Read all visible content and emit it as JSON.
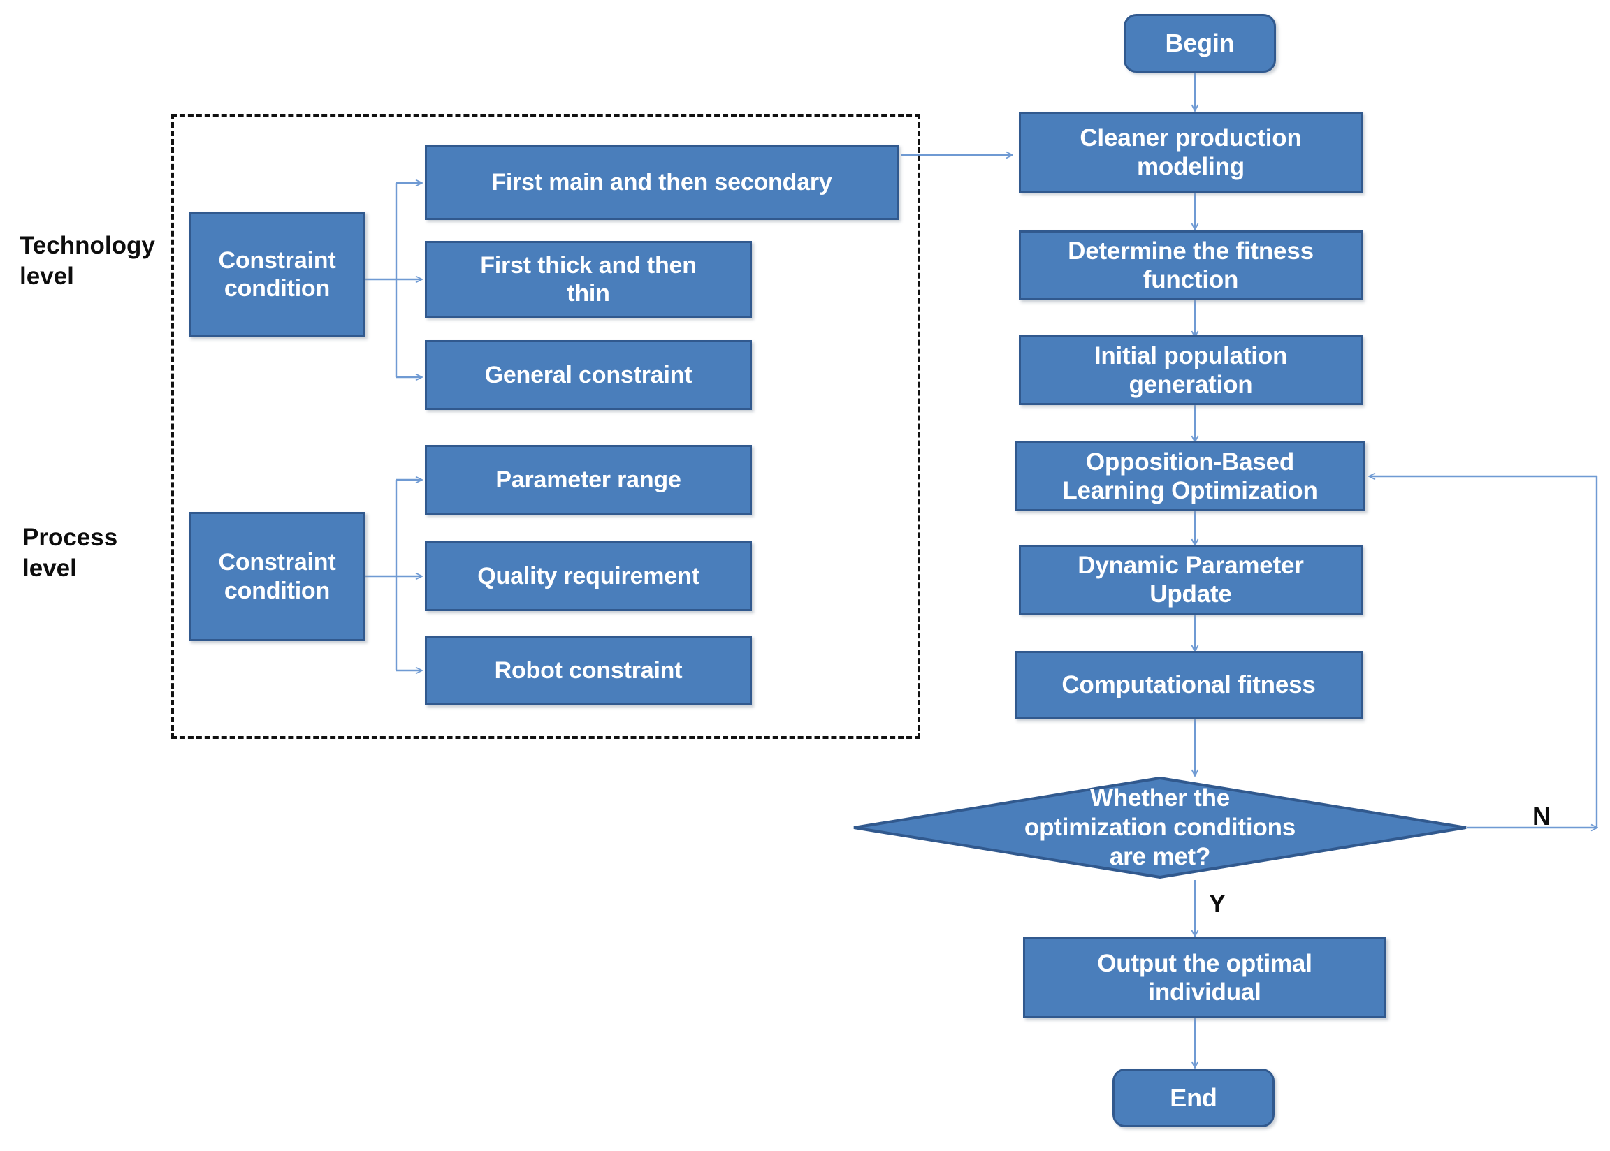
{
  "colors": {
    "node_fill": "#4a7ebb",
    "node_border": "#31598e",
    "node_text": "#ffffff",
    "connector": "#6f9ad3",
    "frame": "#111111",
    "label_text": "#0d0d0d"
  },
  "group_labels": {
    "technology": "Technology\nlevel",
    "technology_line1": "Technology",
    "technology_line2": "level",
    "process_line1": "Process",
    "process_line2": "level"
  },
  "left_panel": {
    "technology": {
      "source_line1": "Constraint",
      "source_line2": "condition",
      "targets": [
        {
          "line1": "First main and then secondary",
          "line2": ""
        },
        {
          "line1": "First thick and then",
          "line2": "thin"
        },
        {
          "line1": "General constraint",
          "line2": ""
        }
      ]
    },
    "process": {
      "source_line1": "Constraint",
      "source_line2": "condition",
      "targets": [
        {
          "line1": "Parameter range",
          "line2": ""
        },
        {
          "line1": "Quality requirement",
          "line2": ""
        },
        {
          "line1": "Robot constraint",
          "line2": ""
        }
      ]
    }
  },
  "flow": {
    "begin": "Begin",
    "steps": [
      {
        "line1": "Cleaner production",
        "line2": "modeling"
      },
      {
        "line1": "Determine the fitness",
        "line2": "function"
      },
      {
        "line1": "Initial population",
        "line2": "generation"
      },
      {
        "line1": "Opposition-Based",
        "line2": "Learning Optimization"
      },
      {
        "line1": "Dynamic Parameter",
        "line2": "Update"
      },
      {
        "line1": "Computational fitness",
        "line2": ""
      }
    ],
    "decision": {
      "line1": "Whether the",
      "line2": "optimization conditions",
      "line3": "are met?"
    },
    "branch_yes": "Y",
    "branch_no": "N",
    "output": {
      "line1": "Output the optimal",
      "line2": "individual"
    },
    "end": "End"
  }
}
